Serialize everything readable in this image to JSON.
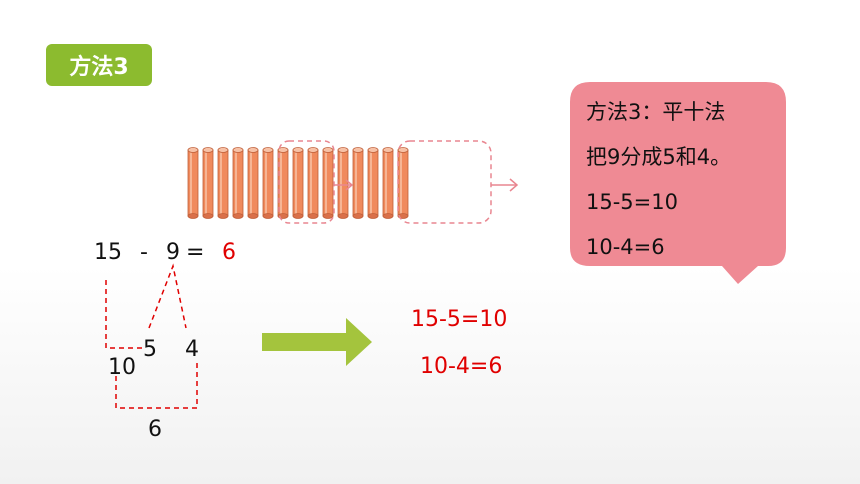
{
  "badge": {
    "label": "方法3"
  },
  "equation": {
    "a": "15",
    "minus": "-",
    "b": "9",
    "equals": "=",
    "result": "6"
  },
  "decomposition": {
    "part1": "10",
    "part2": "5",
    "part3": "4",
    "bottom": "6"
  },
  "result_lines": [
    "15-5=10",
    "10-4=6"
  ],
  "bubble": {
    "lines": [
      "方法3：平十法",
      "把9分成5和4。",
      "15-5=10",
      "10-4=6"
    ]
  },
  "sticks": {
    "count": 15
  },
  "colors": {
    "badge": "#8cbb2f",
    "bubble": "#ef8a94",
    "stick": "#f08a5d",
    "arrow_green": "#a4c43d",
    "red_text": "#e00000",
    "dash_box": "#e98690"
  }
}
